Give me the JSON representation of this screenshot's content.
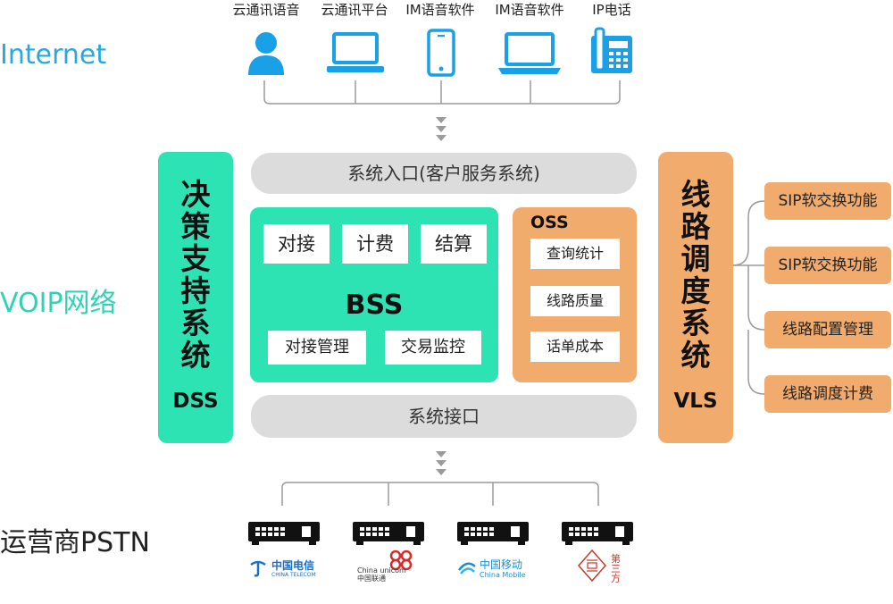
{
  "layers": {
    "internet": "Internet",
    "voip": "VOIP网络",
    "pstn": "运营商PSTN"
  },
  "devices": [
    {
      "label": "云通讯语音",
      "icon": "user-icon"
    },
    {
      "label": "云通讯平台",
      "icon": "laptop-icon"
    },
    {
      "label": "IM语音软件",
      "icon": "smartphone-icon"
    },
    {
      "label": "IM语音软件",
      "icon": "laptop-icon"
    },
    {
      "label": "IP电话",
      "icon": "desk-phone-icon"
    }
  ],
  "top_entry": "系统入口(客户服务系统)",
  "bottom_interface": "系统接口",
  "dss": {
    "title": "决策支持系统",
    "abbr": "DSS"
  },
  "vls": {
    "title": "线路调度系统",
    "abbr": "VLS"
  },
  "bss": {
    "label": "BSS",
    "top_items": [
      "对接",
      "计费",
      "结算"
    ],
    "bottom_items": [
      "对接管理",
      "交易监控"
    ]
  },
  "oss": {
    "label": "OSS",
    "items": [
      "查询统计",
      "线路质量",
      "话单成本"
    ]
  },
  "side_items": [
    "SIP软交换功能",
    "SIP软交换功能",
    "线路配置管理",
    "线路调度计费"
  ],
  "carriers": [
    {
      "name": "中国电信",
      "sub": "CHINA TELECOM"
    },
    {
      "name": "China unicom中国联通",
      "sub": ""
    },
    {
      "name": "中国移动",
      "sub": "China Mobile"
    },
    {
      "name": "第三方",
      "sub": ""
    }
  ],
  "colors": {
    "internet": "#29a8e0",
    "voip": "#2dd4b4",
    "device_blue": "#1aa0e6",
    "green": "#2de2b3",
    "orange": "#f0ab6d",
    "gray": "#dcdcdc",
    "telecom": "#1b6fc4",
    "unicom": "#d42b2b",
    "mobile": "#1a8fd0",
    "third": "#c0392b"
  }
}
